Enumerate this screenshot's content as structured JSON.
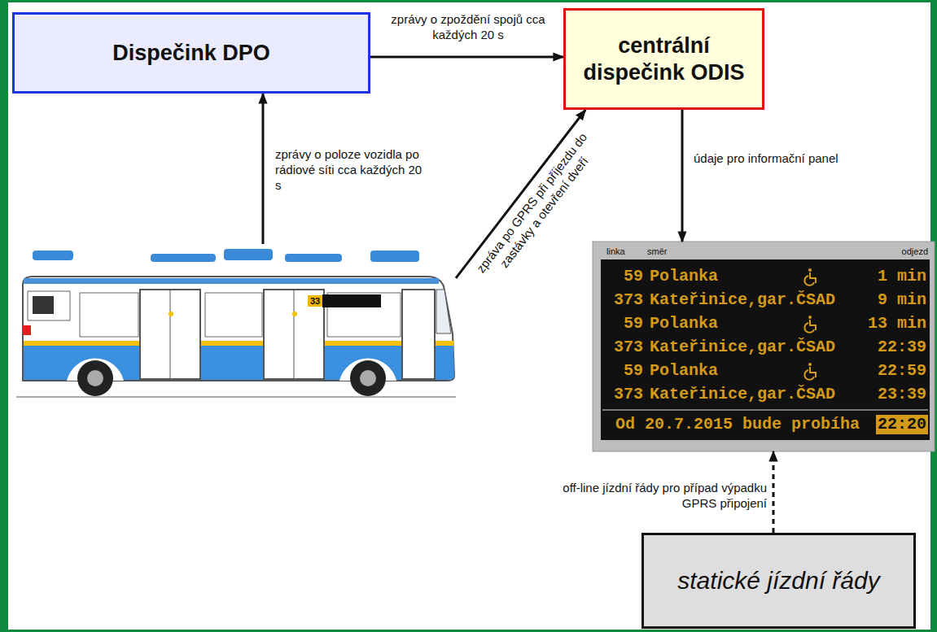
{
  "diagram": {
    "nodes": [
      {
        "text": [
          "Dispečink DPO"
        ]
      },
      {
        "text": [
          "centrální dispečink ODIS"
        ]
      },
      {
        "text": [
          "33"
        ]
      },
      {
        "text": [
          "linka",
          "směr",
          "odjezd",
          "59",
          "Polanka",
          "1 min",
          "373",
          "Kateřinice,gar.ČSAD",
          "9 min",
          "59",
          "Polanka",
          "13 min",
          "373",
          "Kateřinice,gar.ČSAD",
          "22:39",
          "59",
          "Polanka",
          "22:59",
          "373",
          "Kateřinice,gar.ČSAD",
          "23:39",
          "Od 20.7.2015 bude probíha",
          "22:20"
        ]
      },
      {
        "text": [
          "statické jízdní řády"
        ]
      }
    ],
    "edges": [
      {
        "from": 0,
        "to": 1,
        "label": "zprávy o zpoždění spojů cca každých 20 s",
        "arrow": "to"
      },
      {
        "from": 2,
        "to": 0,
        "label": "zprávy o poloze vozidla po rádiové síti cca každých 20 s",
        "arrow": "to"
      },
      {
        "from": 2,
        "to": 1,
        "label": "zpráva po GPRS při příjezdu do zastávky a otevření dveří",
        "arrow": "to"
      },
      {
        "from": 1,
        "to": 3,
        "label": "údaje pro informační panel",
        "arrow": "to"
      },
      {
        "from": 4,
        "to": 3,
        "label": "off-line jízdní řády pro případ výpadku GPRS připojení",
        "arrow": "to"
      }
    ]
  }
}
